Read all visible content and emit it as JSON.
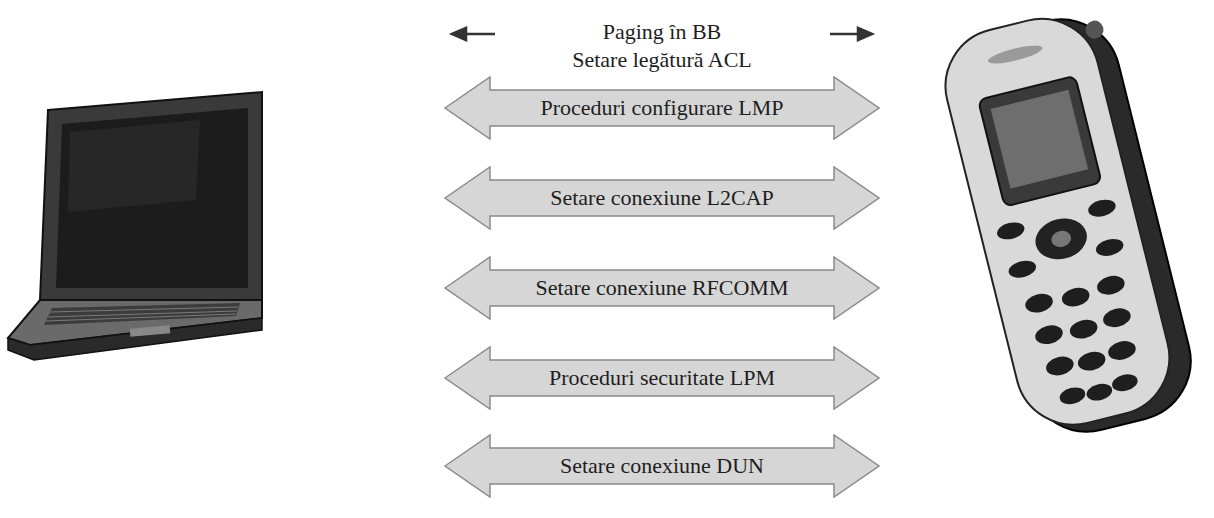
{
  "diagram": {
    "nodes": [
      {
        "text": [
          "Proceduri configurare LMP"
        ]
      },
      {
        "text": [
          "Setare conexiune L2CAP"
        ]
      },
      {
        "text": [
          "Setare conexiune RFCOMM"
        ]
      },
      {
        "text": [
          "Proceduri securitate LPM"
        ]
      },
      {
        "text": [
          "Setare conexiune DUN"
        ]
      }
    ],
    "labels": [
      "Paging în BB",
      "Setare legătură ACL"
    ]
  }
}
